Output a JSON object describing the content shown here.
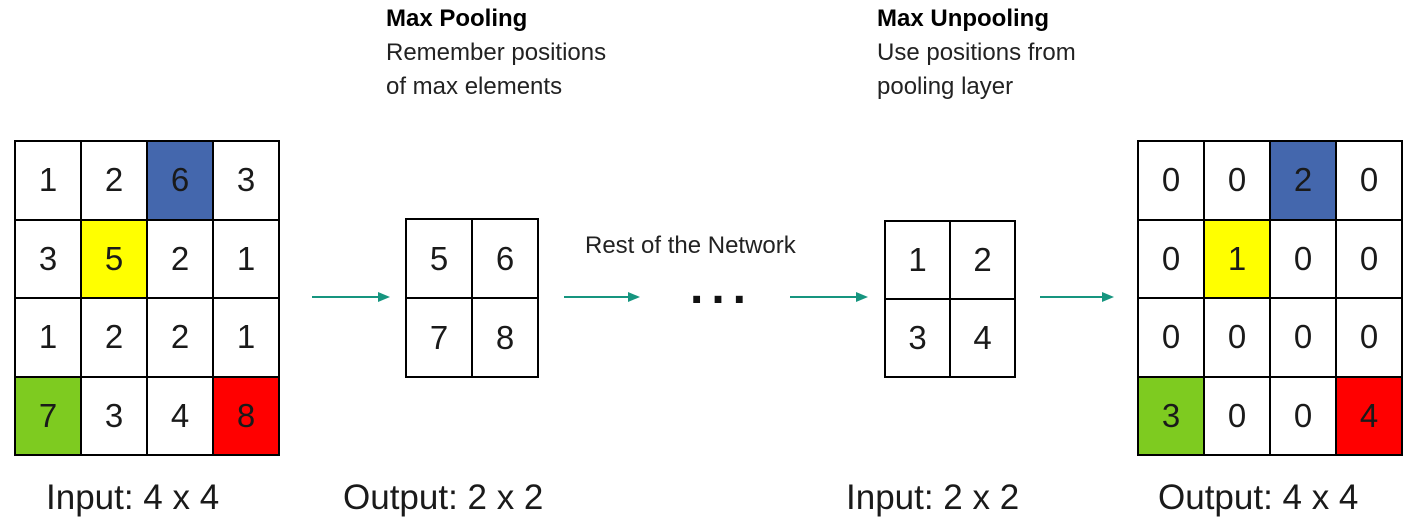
{
  "max_pooling": {
    "title": "Max Pooling",
    "line1": "Remember positions",
    "line2": "of max elements"
  },
  "max_unpooling": {
    "title": "Max Unpooling",
    "line1": "Use positions from",
    "line2": "pooling layer"
  },
  "middle_label": "Rest of the Network",
  "ellipsis": "...",
  "colors": {
    "blue": "#4467ad",
    "yellow": "#ffff00",
    "green": "#7ecb20",
    "red": "#ff0000",
    "arrow": "#16957f"
  },
  "grids": {
    "pool_input": {
      "caption": "Input: 4 x 4",
      "cells": [
        {
          "v": "1",
          "c": ""
        },
        {
          "v": "2",
          "c": ""
        },
        {
          "v": "6",
          "c": "blue"
        },
        {
          "v": "3",
          "c": ""
        },
        {
          "v": "3",
          "c": ""
        },
        {
          "v": "5",
          "c": "yellow"
        },
        {
          "v": "2",
          "c": ""
        },
        {
          "v": "1",
          "c": ""
        },
        {
          "v": "1",
          "c": ""
        },
        {
          "v": "2",
          "c": ""
        },
        {
          "v": "2",
          "c": ""
        },
        {
          "v": "1",
          "c": ""
        },
        {
          "v": "7",
          "c": "green"
        },
        {
          "v": "3",
          "c": ""
        },
        {
          "v": "4",
          "c": ""
        },
        {
          "v": "8",
          "c": "red"
        }
      ]
    },
    "pool_output": {
      "caption": "Output: 2 x 2",
      "cells": [
        {
          "v": "5",
          "c": ""
        },
        {
          "v": "6",
          "c": ""
        },
        {
          "v": "7",
          "c": ""
        },
        {
          "v": "8",
          "c": ""
        }
      ]
    },
    "unpool_input": {
      "caption": "Input: 2 x 2",
      "cells": [
        {
          "v": "1",
          "c": ""
        },
        {
          "v": "2",
          "c": ""
        },
        {
          "v": "3",
          "c": ""
        },
        {
          "v": "4",
          "c": ""
        }
      ]
    },
    "unpool_output": {
      "caption": "Output: 4 x 4",
      "cells": [
        {
          "v": "0",
          "c": ""
        },
        {
          "v": "0",
          "c": ""
        },
        {
          "v": "2",
          "c": "blue"
        },
        {
          "v": "0",
          "c": ""
        },
        {
          "v": "0",
          "c": ""
        },
        {
          "v": "1",
          "c": "yellow"
        },
        {
          "v": "0",
          "c": ""
        },
        {
          "v": "0",
          "c": ""
        },
        {
          "v": "0",
          "c": ""
        },
        {
          "v": "0",
          "c": ""
        },
        {
          "v": "0",
          "c": ""
        },
        {
          "v": "0",
          "c": ""
        },
        {
          "v": "3",
          "c": "green"
        },
        {
          "v": "0",
          "c": ""
        },
        {
          "v": "0",
          "c": ""
        },
        {
          "v": "4",
          "c": "red"
        }
      ]
    }
  }
}
